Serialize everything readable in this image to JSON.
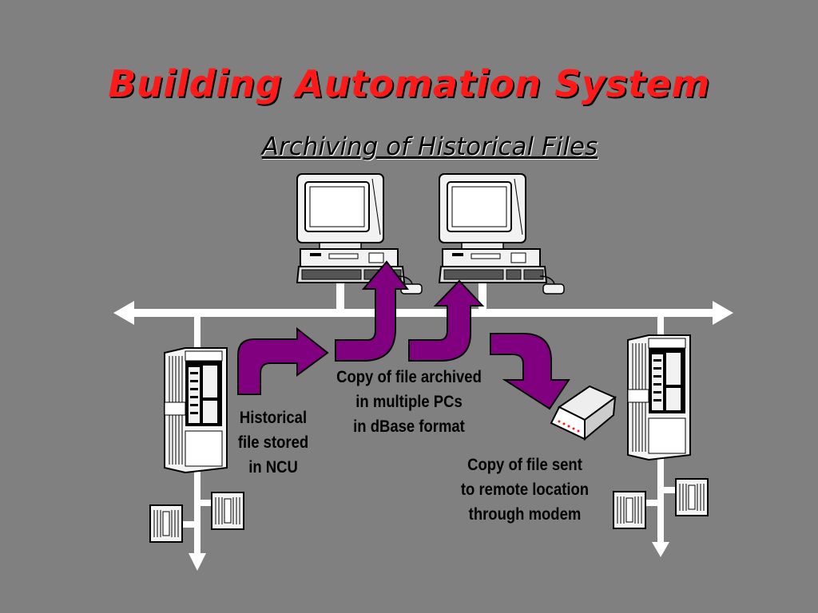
{
  "slide": {
    "title": "Building Automation System",
    "subtitle": "Archiving of Historical Files"
  },
  "captions": {
    "ncu": [
      "Historical",
      "file stored",
      "in NCU"
    ],
    "pcs": [
      "Copy of file archived",
      "in multiple PCs",
      "in dBase format"
    ],
    "modem": [
      "Copy of file sent",
      "to remote location",
      "through modem"
    ]
  },
  "colors": {
    "background": "#808080",
    "title": "#ff1a1a",
    "arrow_fill": "#800080",
    "network_line": "#ffffff"
  }
}
